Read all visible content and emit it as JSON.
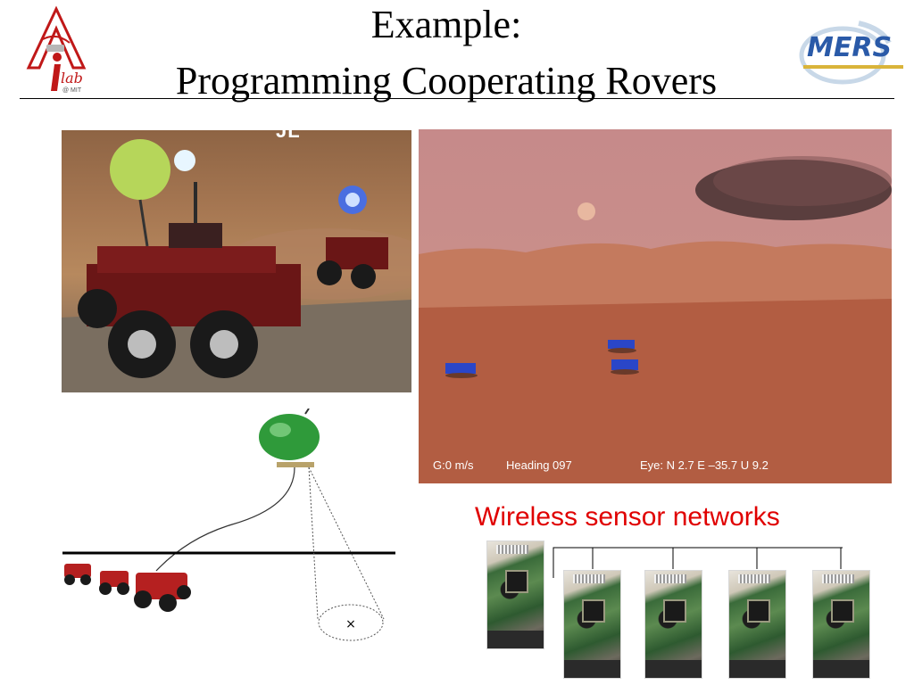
{
  "slide": {
    "title_line1": "Example:",
    "title_line2": "Programming Cooperating Rovers"
  },
  "logos": {
    "left_text": "lab",
    "left_subtext": "@ MIT",
    "right_text": "MERS"
  },
  "rover_photo": {
    "overlay_text": "JL"
  },
  "simulation": {
    "hud_speed": "G:0 m/s",
    "hud_heading": "Heading 097",
    "hud_eye": "Eye: N 2.7 E –35.7 U 9.2"
  },
  "wireless": {
    "label": "Wireless sensor networks"
  },
  "colors": {
    "label_red": "#e00000",
    "logo_red": "#c01818",
    "logo_blue": "#2a5aa8",
    "logo_gold": "#d9b43a"
  }
}
